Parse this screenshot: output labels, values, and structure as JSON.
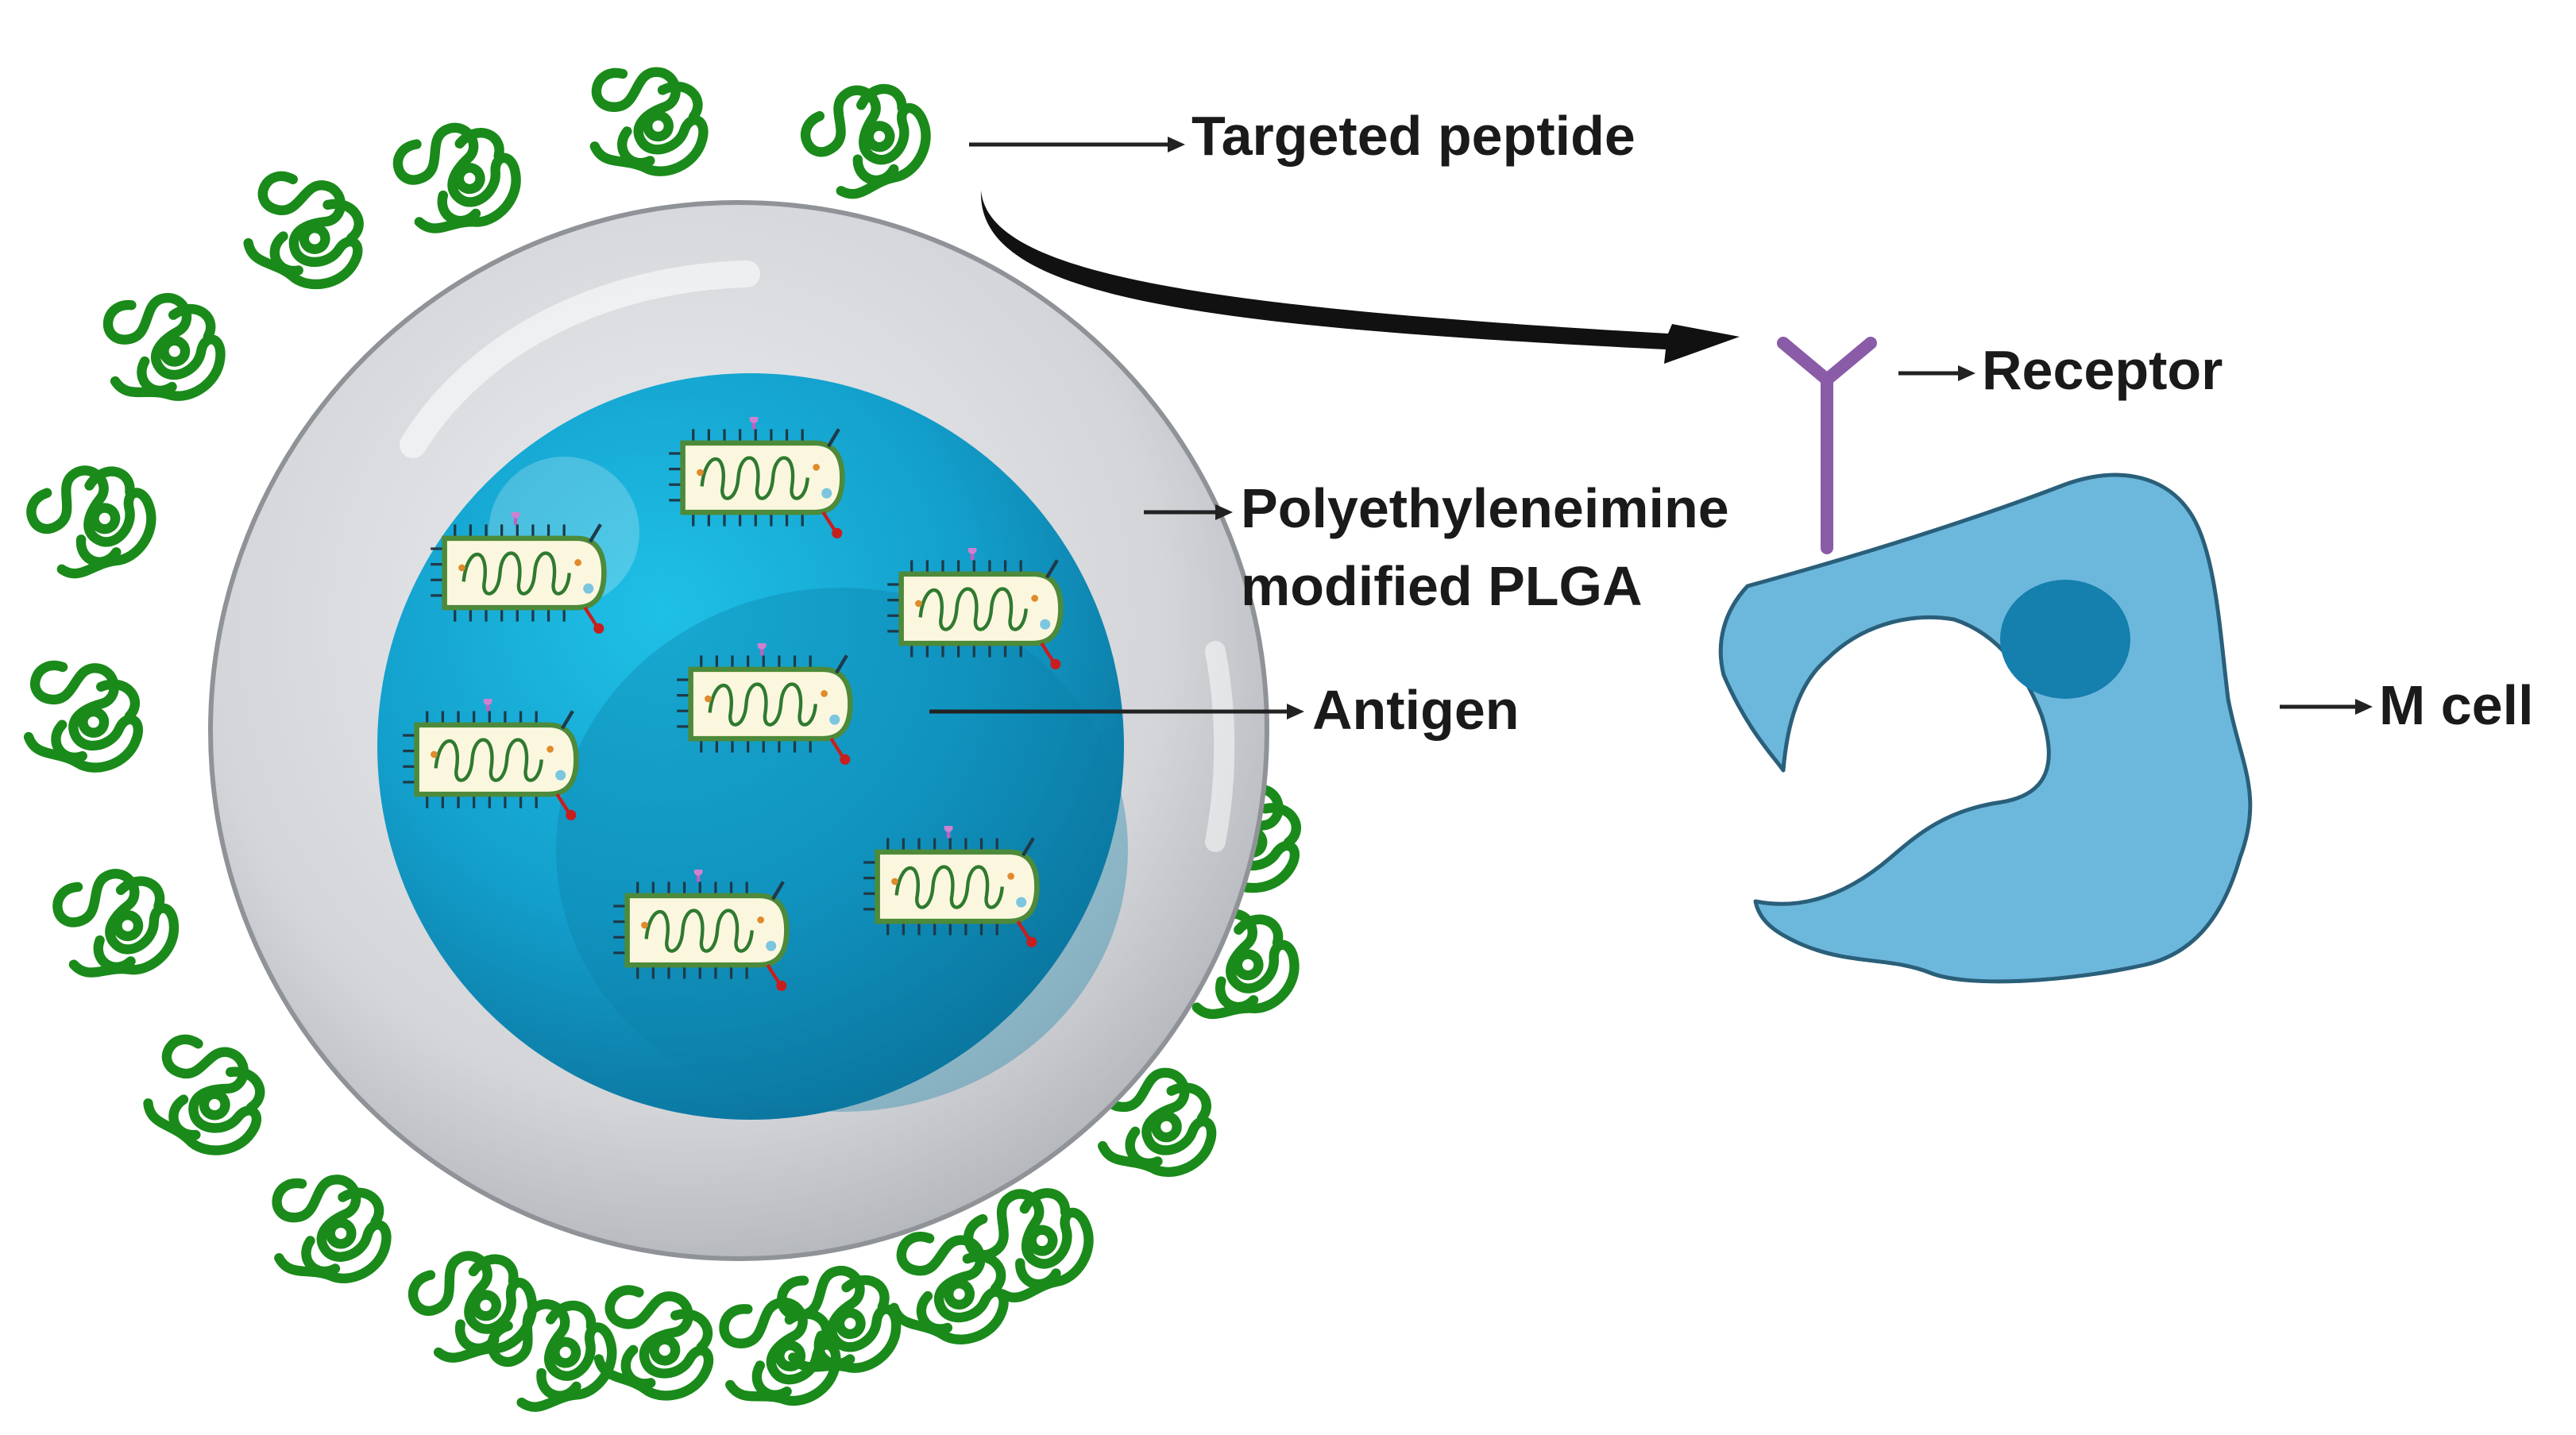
{
  "labels": {
    "targeted_peptide": "Targeted peptide",
    "receptor": "Receptor",
    "polymer_line1": "Polyethyleneimine",
    "polymer_line2": "modified PLGA",
    "antigen": "Antigen",
    "m_cell": "M cell"
  },
  "colors": {
    "peptide": "#1a8a1a",
    "shell": "#c4c6ca",
    "core": "#1aa6cf",
    "core_dark": "#0b7fa6",
    "cell": "#6cb8dc",
    "nucleus": "#157fae",
    "receptor": "#8a5ca8",
    "arrow": "#222222"
  },
  "counts": {
    "peptides": 20,
    "antigens": 7
  }
}
